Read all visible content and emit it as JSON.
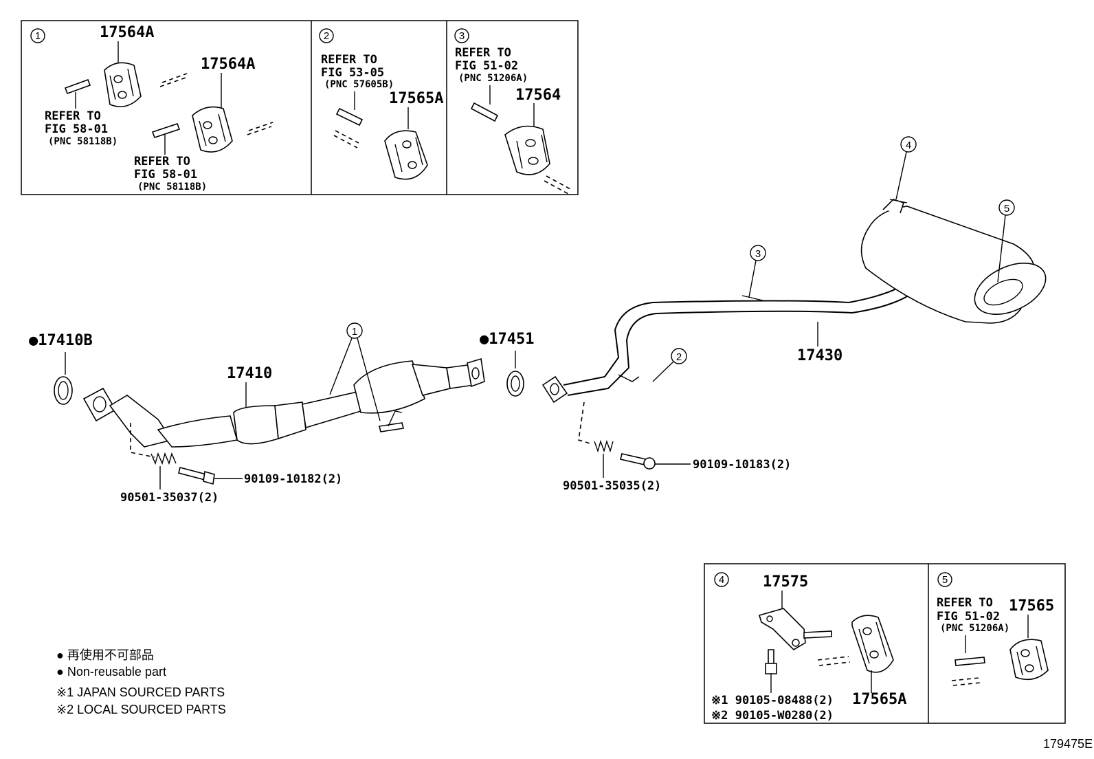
{
  "insets": {
    "i1": {
      "num": "1",
      "part_a": "17564A",
      "part_b": "17564A",
      "ref_a": [
        "REFER TO",
        "FIG 58-01",
        "(PNC 58118B)"
      ],
      "ref_b": [
        "REFER TO",
        "FIG 58-01",
        "(PNC 58118B)"
      ]
    },
    "i2": {
      "num": "2",
      "ref": [
        "REFER TO",
        "FIG 53-05",
        "(PNC 57605B)"
      ],
      "part": "17565A"
    },
    "i3": {
      "num": "3",
      "ref": [
        "REFER TO",
        "FIG 51-02",
        "(PNC 51206A)"
      ],
      "part": "17564"
    },
    "i4": {
      "num": "4",
      "part_bracket": "17575",
      "part_hanger": "17565A",
      "bolt_1": "※1 90105-08488(2)",
      "bolt_2": "※2 90105-W0280(2)"
    },
    "i5": {
      "num": "5",
      "ref": [
        "REFER TO",
        "FIG 51-02",
        "(PNC 51206A)"
      ],
      "part": "17565"
    }
  },
  "main": {
    "gasket_front": "●17410B",
    "front_pipe": "17410",
    "gasket_center": "●17451",
    "tail_pipe": "17430",
    "bolt_front": "90109-10182(2)",
    "spring_front": "90501-35037(2)",
    "bolt_rear": "90109-10183(2)",
    "spring_rear": "90501-35035(2)",
    "callouts": [
      "1",
      "2",
      "3",
      "4",
      "5"
    ]
  },
  "legend": {
    "jp": "● 再使用不可部品",
    "en": "● Non-reusable part",
    "note1": "※1 JAPAN SOURCED PARTS",
    "note2": "※2 LOCAL SOURCED PARTS"
  },
  "figure_id": "179475E"
}
